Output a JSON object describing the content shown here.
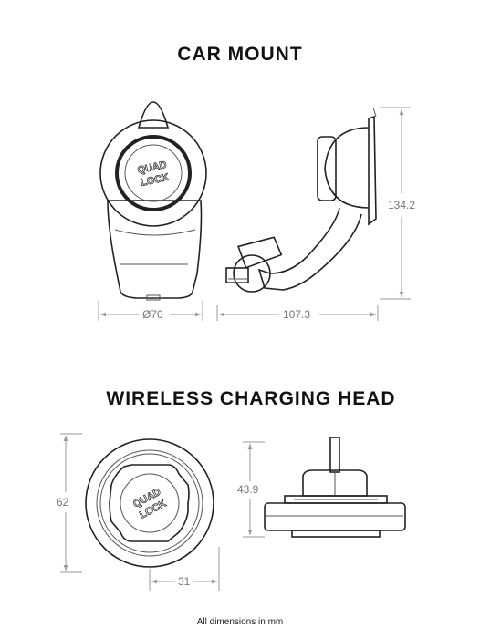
{
  "car_mount": {
    "title": "CAR MOUNT",
    "logo_line1": "QUAD",
    "logo_line2": "LOCK",
    "dim_diameter": "Ø70",
    "dim_length": "107.3",
    "dim_height": "134.2"
  },
  "wireless_head": {
    "title": "WIRELESS CHARGING HEAD",
    "logo_line1": "QUAD",
    "logo_line2": "LOCK",
    "dim_height_front": "62",
    "dim_width": "31",
    "dim_height_side": "43.9"
  },
  "footnote": "All dimensions in mm"
}
